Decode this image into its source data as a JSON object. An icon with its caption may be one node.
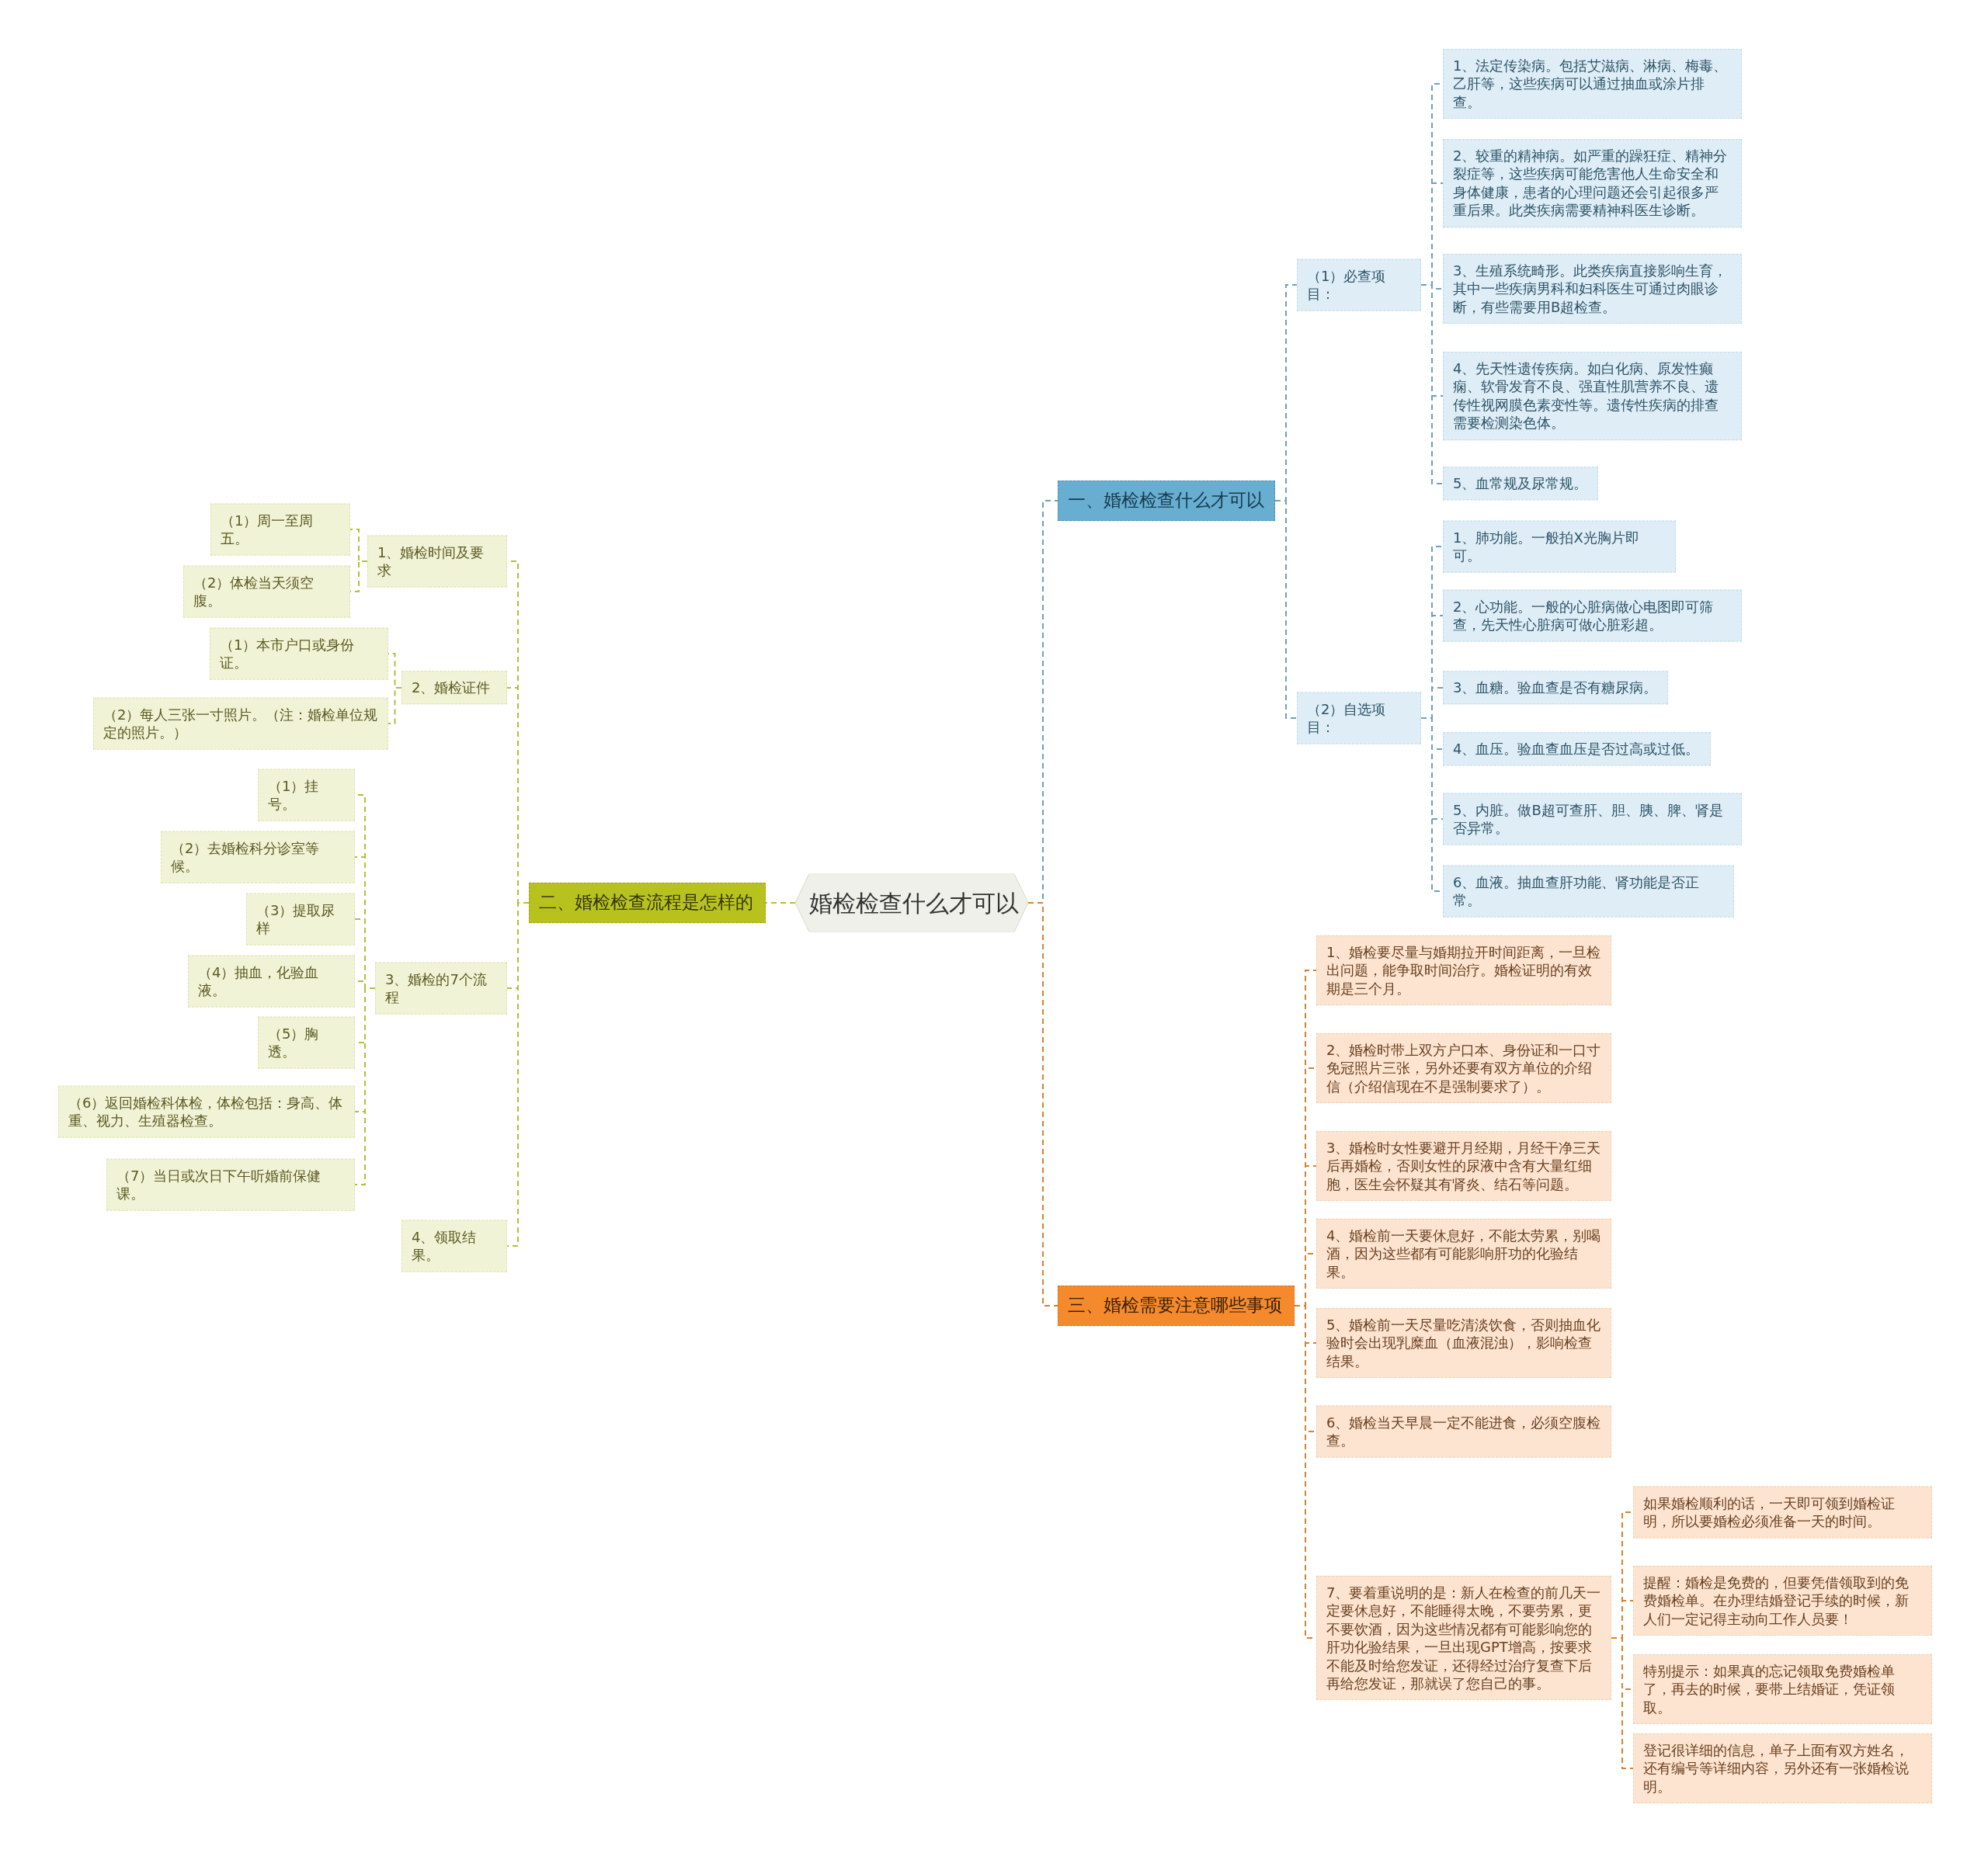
{
  "diagram": {
    "nodes": [
      {
        "text": [
          "婚检检查什么才可以"
        ]
      },
      {
        "text": [
          "一、婚检检查什么才可以"
        ]
      },
      {
        "text": [
          "（1）必查项目："
        ]
      },
      {
        "text": [
          "1、法定传染病。包括艾滋病、淋病、梅毒、乙肝等，这些疾病可以通过抽血或涂片排查。"
        ]
      },
      {
        "text": [
          "2、较重的精神病。如严重的躁狂症、精神分裂症等，这些疾病可能危害他人生命安全和身体健康，患者的心理问题还会引起很多严重后果。此类疾病需要精神科医生诊断。"
        ]
      },
      {
        "text": [
          "3、生殖系统畸形。此类疾病直接影响生育，其中一些疾病男科和妇科医生可通过肉眼诊断，有些需要用B超检查。"
        ]
      },
      {
        "text": [
          "4、先天性遗传疾病。如白化病、原发性癫痫、软骨发育不良、强直性肌营养不良、遗传性视网膜色素变性等。遗传性疾病的排查需要检测染色体。"
        ]
      },
      {
        "text": [
          "5、血常规及尿常规。"
        ]
      },
      {
        "text": [
          "（2）自选项目："
        ]
      },
      {
        "text": [
          "1、肺功能。一般拍X光胸片即可。"
        ]
      },
      {
        "text": [
          "2、心功能。一般的心脏病做心电图即可筛查，先天性心脏病可做心脏彩超。"
        ]
      },
      {
        "text": [
          "3、血糖。验血查是否有糖尿病。"
        ]
      },
      {
        "text": [
          "4、血压。验血查血压是否过高或过低。"
        ]
      },
      {
        "text": [
          "5、内脏。做B超可查肝、胆、胰、脾、肾是否异常。"
        ]
      },
      {
        "text": [
          "6、血液。抽血查肝功能、肾功能是否正常。"
        ]
      },
      {
        "text": [
          "二、婚检检查流程是怎样的"
        ]
      },
      {
        "text": [
          "1、婚检时间及要求"
        ]
      },
      {
        "text": [
          "（1）周一至周五。"
        ]
      },
      {
        "text": [
          "（2）体检当天须空腹。"
        ]
      },
      {
        "text": [
          "2、婚检证件"
        ]
      },
      {
        "text": [
          "（1）本市户口或身份证。"
        ]
      },
      {
        "text": [
          "（2）每人三张一寸照片。（注：婚检单位规定的照片。）"
        ]
      },
      {
        "text": [
          "3、婚检的7个流程"
        ]
      },
      {
        "text": [
          "（1）挂号。"
        ]
      },
      {
        "text": [
          "（2）去婚检科分诊室等候。"
        ]
      },
      {
        "text": [
          "（3）提取尿样"
        ]
      },
      {
        "text": [
          "（4）抽血，化验血液。"
        ]
      },
      {
        "text": [
          "（5）胸透。"
        ]
      },
      {
        "text": [
          "（6）返回婚检科体检，体检包括：身高、体重、视力、生殖器检查。"
        ]
      },
      {
        "text": [
          "（7）当日或次日下午听婚前保健课。"
        ]
      },
      {
        "text": [
          "4、领取结果。"
        ]
      },
      {
        "text": [
          "三、婚检需要注意哪些事项"
        ]
      },
      {
        "text": [
          "1、婚检要尽量与婚期拉开时间距离，一旦检出问题，能争取时间治疗。婚检证明的有效期是三个月。"
        ]
      },
      {
        "text": [
          "2、婚检时带上双方户口本、身份证和一口寸免冠照片三张，另外还要有双方单位的介绍信（介绍信现在不是强制要求了）。"
        ]
      },
      {
        "text": [
          "3、婚检时女性要避开月经期，月经干净三天后再婚检，否则女性的尿液中含有大量红细胞，医生会怀疑其有肾炎、结石等问题。"
        ]
      },
      {
        "text": [
          "4、婚检前一天要休息好，不能太劳累，别喝酒，因为这些都有可能影响肝功的化验结果。"
        ]
      },
      {
        "text": [
          "5、婚检前一天尽量吃清淡饮食，否则抽血化验时会出现乳糜血（血液混浊），影响检查结果。"
        ]
      },
      {
        "text": [
          "6、婚检当天早晨一定不能进食，必须空腹检查。"
        ]
      },
      {
        "text": [
          "7、要着重说明的是：新人在检查的前几天一定要休息好，不能睡得太晚，不要劳累，更不要饮酒，因为这些情况都有可能影响您的肝功化验结果，一旦出现GPT增高，按要求不能及时给您发证，还得经过治疗复查下后再给您发证，那就误了您自己的事。"
        ]
      },
      {
        "text": [
          "如果婚检顺利的话，一天即可领到婚检证明，所以要婚检必须准备一天的时间。"
        ]
      },
      {
        "text": [
          "提醒：婚检是免费的，但要凭借领取到的免费婚检单。在办理结婚登记手续的时候，新人们一定记得主动向工作人员要！"
        ]
      },
      {
        "text": [
          "特别提示：如果真的忘记领取免费婚检单了，再去的时候，要带上结婚证，凭证领取。"
        ]
      },
      {
        "text": [
          "登记很详细的信息，单子上面有双方姓名，还有编号等详细内容，另外还有一张婚检说明。"
        ]
      }
    ],
    "edges": [
      {
        "from": 0,
        "to": 1,
        "arrow": "none",
        "style": "dashed",
        "color": "#6f9fbf"
      },
      {
        "from": 1,
        "to": 2,
        "arrow": "none",
        "style": "dashed",
        "color": "#6f9fbf"
      },
      {
        "from": 2,
        "to": 3,
        "arrow": "none",
        "style": "dashed",
        "color": "#6f9fbf"
      },
      {
        "from": 2,
        "to": 4,
        "arrow": "none",
        "style": "dashed",
        "color": "#6f9fbf"
      },
      {
        "from": 2,
        "to": 5,
        "arrow": "none",
        "style": "dashed",
        "color": "#6f9fbf"
      },
      {
        "from": 2,
        "to": 6,
        "arrow": "none",
        "style": "dashed",
        "color": "#6f9fbf"
      },
      {
        "from": 2,
        "to": 7,
        "arrow": "none",
        "style": "dashed",
        "color": "#6f9fbf"
      },
      {
        "from": 1,
        "to": 8,
        "arrow": "none",
        "style": "dashed",
        "color": "#6f9fbf"
      },
      {
        "from": 8,
        "to": 9,
        "arrow": "none",
        "style": "dashed",
        "color": "#6f9fbf"
      },
      {
        "from": 8,
        "to": 10,
        "arrow": "none",
        "style": "dashed",
        "color": "#6f9fbf"
      },
      {
        "from": 8,
        "to": 11,
        "arrow": "none",
        "style": "dashed",
        "color": "#6f9fbf"
      },
      {
        "from": 8,
        "to": 12,
        "arrow": "none",
        "style": "dashed",
        "color": "#6f9fbf"
      },
      {
        "from": 8,
        "to": 13,
        "arrow": "none",
        "style": "dashed",
        "color": "#6f9fbf"
      },
      {
        "from": 8,
        "to": 14,
        "arrow": "none",
        "style": "dashed",
        "color": "#6f9fbf"
      },
      {
        "from": 0,
        "to": 15,
        "arrow": "none",
        "style": "dashed"
      },
      {
        "from": 15,
        "to": 16,
        "arrow": "none",
        "style": "dashed"
      },
      {
        "from": 16,
        "to": 17,
        "arrow": "none",
        "style": "dashed"
      },
      {
        "from": 16,
        "to": 18,
        "arrow": "none",
        "style": "dashed"
      },
      {
        "from": 15,
        "to": 19,
        "arrow": "none",
        "style": "dashed"
      },
      {
        "from": 19,
        "to": 20,
        "arrow": "none",
        "style": "dashed"
      },
      {
        "from": 19,
        "to": 21,
        "arrow": "none",
        "style": "dashed"
      },
      {
        "from": 15,
        "to": 22,
        "arrow": "none",
        "style": "dashed"
      },
      {
        "from": 22,
        "to": 23,
        "arrow": "none",
        "style": "dashed"
      },
      {
        "from": 22,
        "to": 24,
        "arrow": "none",
        "style": "dashed"
      },
      {
        "from": 22,
        "to": 25,
        "arrow": "none",
        "style": "dashed"
      },
      {
        "from": 22,
        "to": 26,
        "arrow": "none",
        "style": "dashed"
      },
      {
        "from": 22,
        "to": 27,
        "arrow": "none",
        "style": "dashed"
      },
      {
        "from": 22,
        "to": 28,
        "arrow": "none",
        "style": "dashed"
      },
      {
        "from": 22,
        "to": 29,
        "arrow": "none",
        "style": "dashed"
      },
      {
        "from": 15,
        "to": 30,
        "arrow": "none",
        "style": "dashed"
      },
      {
        "from": 0,
        "to": 31,
        "arrow": "none",
        "style": "dashed",
        "color": "#d9822b"
      },
      {
        "from": 31,
        "to": 32,
        "arrow": "none",
        "style": "dashed",
        "color": "#d9822b"
      },
      {
        "from": 31,
        "to": 33,
        "arrow": "none",
        "style": "dashed",
        "color": "#d9822b"
      },
      {
        "from": 31,
        "to": 34,
        "arrow": "none",
        "style": "dashed",
        "color": "#d9822b"
      },
      {
        "from": 31,
        "to": 35,
        "arrow": "none",
        "style": "dashed",
        "color": "#d9822b"
      },
      {
        "from": 31,
        "to": 36,
        "arrow": "none",
        "style": "dashed",
        "color": "#d9822b"
      },
      {
        "from": 31,
        "to": 37,
        "arrow": "none",
        "style": "dashed",
        "color": "#d9822b"
      },
      {
        "from": 31,
        "to": 38,
        "arrow": "none",
        "style": "dashed",
        "color": "#d9822b"
      },
      {
        "from": 38,
        "to": 39,
        "arrow": "none",
        "style": "dashed",
        "color": "#d9822b"
      },
      {
        "from": 38,
        "to": 40,
        "arrow": "none",
        "style": "dashed",
        "color": "#d9822b"
      },
      {
        "from": 38,
        "to": 41,
        "arrow": "none",
        "style": "dashed",
        "color": "#d9822b"
      },
      {
        "from": 38,
        "to": 42,
        "arrow": "none",
        "style": "dashed",
        "color": "#d9822b"
      }
    ]
  }
}
